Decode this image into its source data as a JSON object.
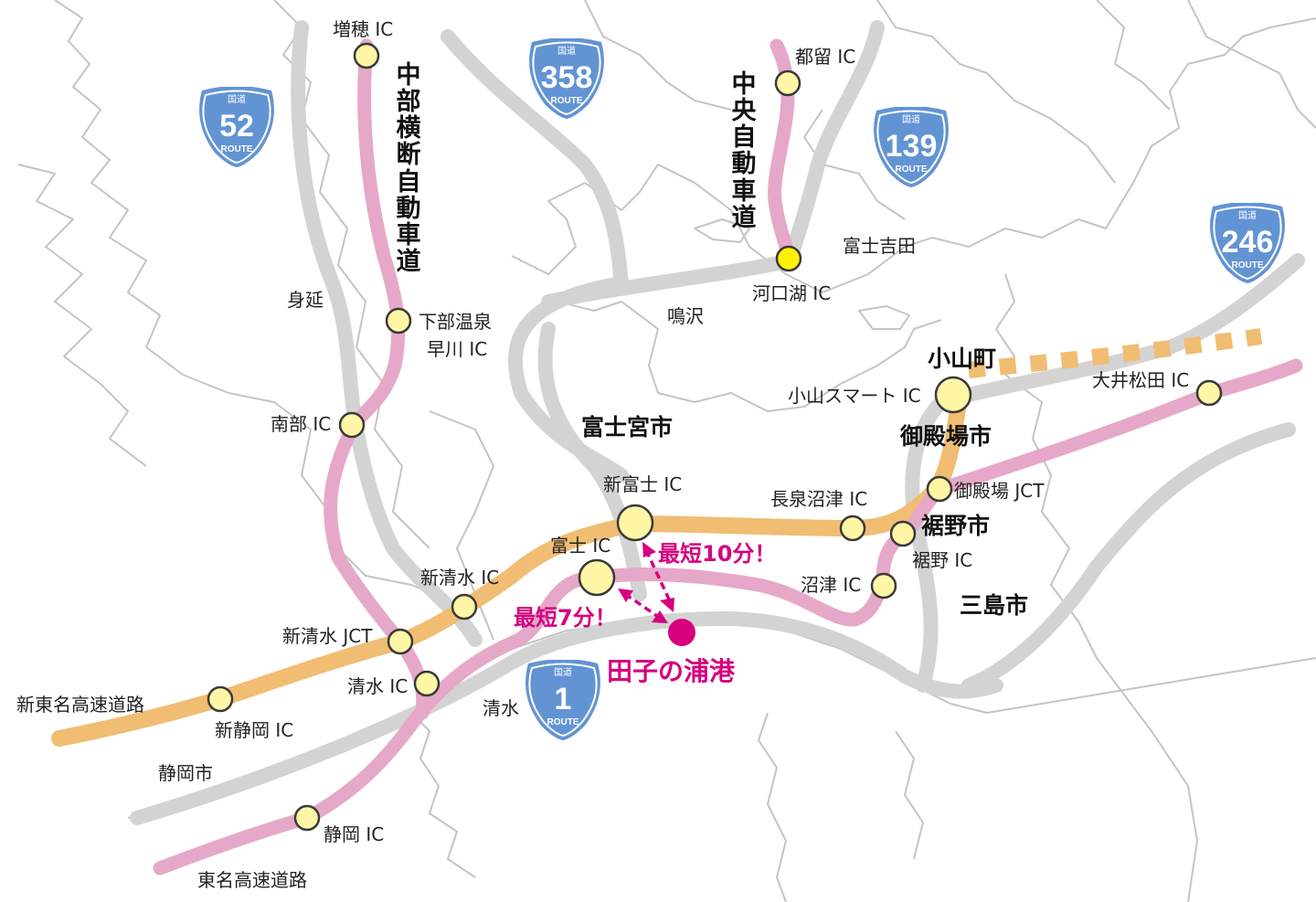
{
  "colors": {
    "tomei": "#e6a8c8",
    "shintomei": "#f0bd72",
    "chubu": "#e6a8c8",
    "chuo": "#e6a8c8",
    "road_gray": "#d3d3d3",
    "border": "#c4c4c4",
    "ic_fill": "#fff7a6",
    "ic_fill_kawaguchiko": "#fff200",
    "ic_stroke": "#3a3a3a",
    "destination": "#d6007f",
    "shield": "#6294d3"
  },
  "shields": [
    {
      "id": "r52",
      "kokudo": "国道",
      "number": "52",
      "route": "ROUTE"
    },
    {
      "id": "r358",
      "kokudo": "国道",
      "number": "358",
      "route": "ROUTE"
    },
    {
      "id": "r139",
      "kokudo": "国道",
      "number": "139",
      "route": "ROUTE"
    },
    {
      "id": "r246",
      "kokudo": "国道",
      "number": "246",
      "route": "ROUTE"
    },
    {
      "id": "r1",
      "kokudo": "国道",
      "number": "1",
      "route": "ROUTE"
    }
  ],
  "expressways": {
    "chubu": "中部横断自動車道",
    "chuo": "中央自動車道",
    "shintomei": "新東名高速道路",
    "tomei": "東名高速道路"
  },
  "interchanges": {
    "masuho": "増穂 IC",
    "tsuru": "都留 IC",
    "kawaguchiko": "河口湖 IC",
    "shimobe": "下部温泉",
    "hayakawa": "早川 IC",
    "nanbu": "南部 IC",
    "shinfuji": "新富士 IC",
    "fuji": "富士 IC",
    "nagaizumi": "長泉沼津 IC",
    "oyama_smart": "小山スマート IC",
    "gotemba_jct": "御殿場 JCT",
    "susono": "裾野 IC",
    "numazu": "沼津 IC",
    "oimatsuda": "大井松田 IC",
    "shinshimizu": "新清水 IC",
    "shinshimizu_jct": "新清水 JCT",
    "shimizu": "清水 IC",
    "shinshizuoka": "新静岡 IC",
    "shizuoka": "静岡 IC"
  },
  "places": {
    "fujiyoshida": "富士吉田",
    "minobu": "身延",
    "narusawa": "鳴沢",
    "shimizu_area": "清水",
    "shizuoka_city": "静岡市"
  },
  "cities": {
    "fujinomiya": "富士宮市",
    "oyama": "小山町",
    "gotemba": "御殿場市",
    "susono": "裾野市",
    "mishima": "三島市"
  },
  "destination": {
    "name": "田子の浦港",
    "from_shinfuji": "最短10分！",
    "from_fuji": "最短7分！"
  }
}
